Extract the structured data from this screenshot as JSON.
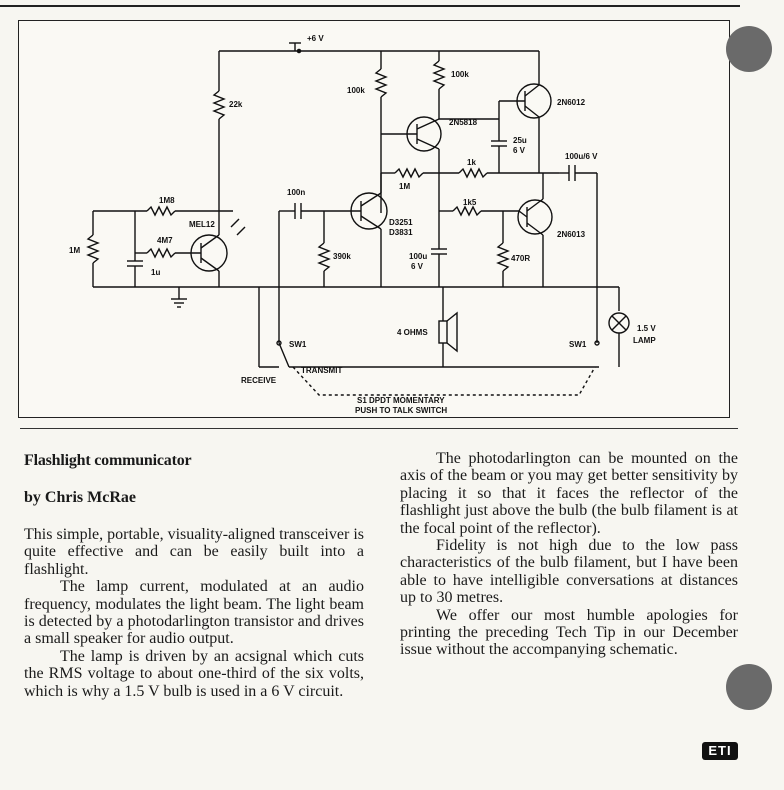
{
  "schematic": {
    "supply_label": "+6 V",
    "r_22k": "22k",
    "r_100k_a": "100k",
    "r_100k_b": "100k",
    "q_2n5818": "2N5818",
    "q_2n6012": "2N6012",
    "c_25u": "25u",
    "c_25u_v": "6 V",
    "r_1k": "1k",
    "c_100u6v": "100u/6 V",
    "r_1m8": "1M8",
    "q_mel12": "MEL12",
    "c_100n": "100n",
    "r_1m_feedback": "1M",
    "r_1k5": "1k5",
    "r_4m7": "4M7",
    "r_1m_left": "1M",
    "c_1u": "1u",
    "d_part1": "D3251",
    "d_part2": "D3831",
    "r_390k": "390k",
    "c_100u": "100u",
    "c_100u_v": "6 V",
    "r_470r": "470R",
    "q_2n6013": "2N6013",
    "lamp_v": "1.5 V",
    "lamp_label": "LAMP",
    "speaker_label": "4 OHMS",
    "sw1_left": "SW1",
    "sw1_right": "SW1",
    "receive_label": "RECEIVE",
    "transmit_label": "TRANSMIT",
    "switch_caption_1": "S1 DPDT MOMENTARY",
    "switch_caption_2": "PUSH TO TALK SWITCH"
  },
  "article": {
    "title": "Flashlight communicator",
    "byline": "by Chris McRae",
    "paragraphs_left": [
      "This simple, portable, visuality-aligned transceiver is quite effective and can be easily built into a flashlight.",
      "The lamp current, modulated at an audio frequency, modulates the light beam. The light beam is detected by a photodarlington transistor and drives a small speaker for audio output.",
      "The lamp is driven by an acsignal which cuts the RMS voltage to about one-third of the six volts, which is why a 1.5 V bulb is used in a 6 V circuit."
    ],
    "paragraphs_right": [
      "The photodarlington can be mounted on the axis of the beam or you may get better sensitivity by placing it so that it faces the reflector of the flashlight just above the bulb (the bulb filament is at the focal point of the reflector).",
      "Fidelity is not high due to the low pass characteristics of the bulb filament, but I have been able to have intelligible conversations at distances up to 30 metres.",
      "We offer our most humble apologies for printing the preceding Tech Tip in our December issue without the accompanying schematic."
    ]
  },
  "logo_text": "ETI"
}
